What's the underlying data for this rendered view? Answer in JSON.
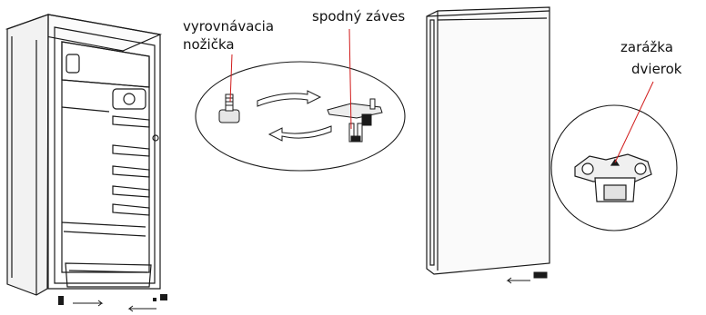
{
  "labels": {
    "leveling_foot": [
      "vyrovnávacia",
      "nožička"
    ],
    "bottom_hinge": "spodný záves",
    "door_stopper": [
      "zarážka",
      "dvierok"
    ]
  },
  "colors": {
    "line": "#1a1a1a",
    "pointer": "#d11a1a",
    "background": "#ffffff"
  },
  "icons": [
    "arrow-right-icon",
    "arrow-left-icon",
    "leveling-foot-icon",
    "hinge-icon",
    "door-stopper-icon"
  ]
}
